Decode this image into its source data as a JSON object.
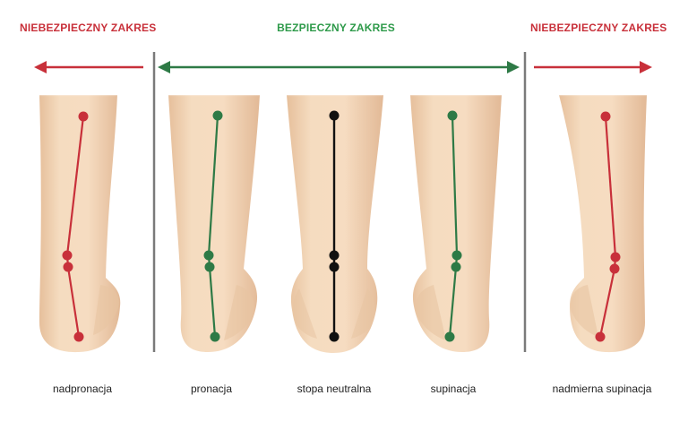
{
  "zones": {
    "unsafe_left": "NIEBEZPIECZNY ZAKRES",
    "safe": "BEZPIECZNY ZAKRES",
    "unsafe_right": "NIEBEZPIECZNY ZAKRES"
  },
  "colors": {
    "unsafe": "#c8303a",
    "safe": "#2e7a46",
    "neutral": "#111111",
    "skin": "#f2d5b6",
    "divider": "#7a7a7a"
  },
  "legs": [
    {
      "label": "nadpronacja",
      "color": "unsafe"
    },
    {
      "label": "pronacja",
      "color": "safe"
    },
    {
      "label": "stopa neutralna",
      "color": "neutral"
    },
    {
      "label": "supinacja",
      "color": "safe"
    },
    {
      "label": "nadmierna supinacja",
      "color": "unsafe"
    }
  ]
}
